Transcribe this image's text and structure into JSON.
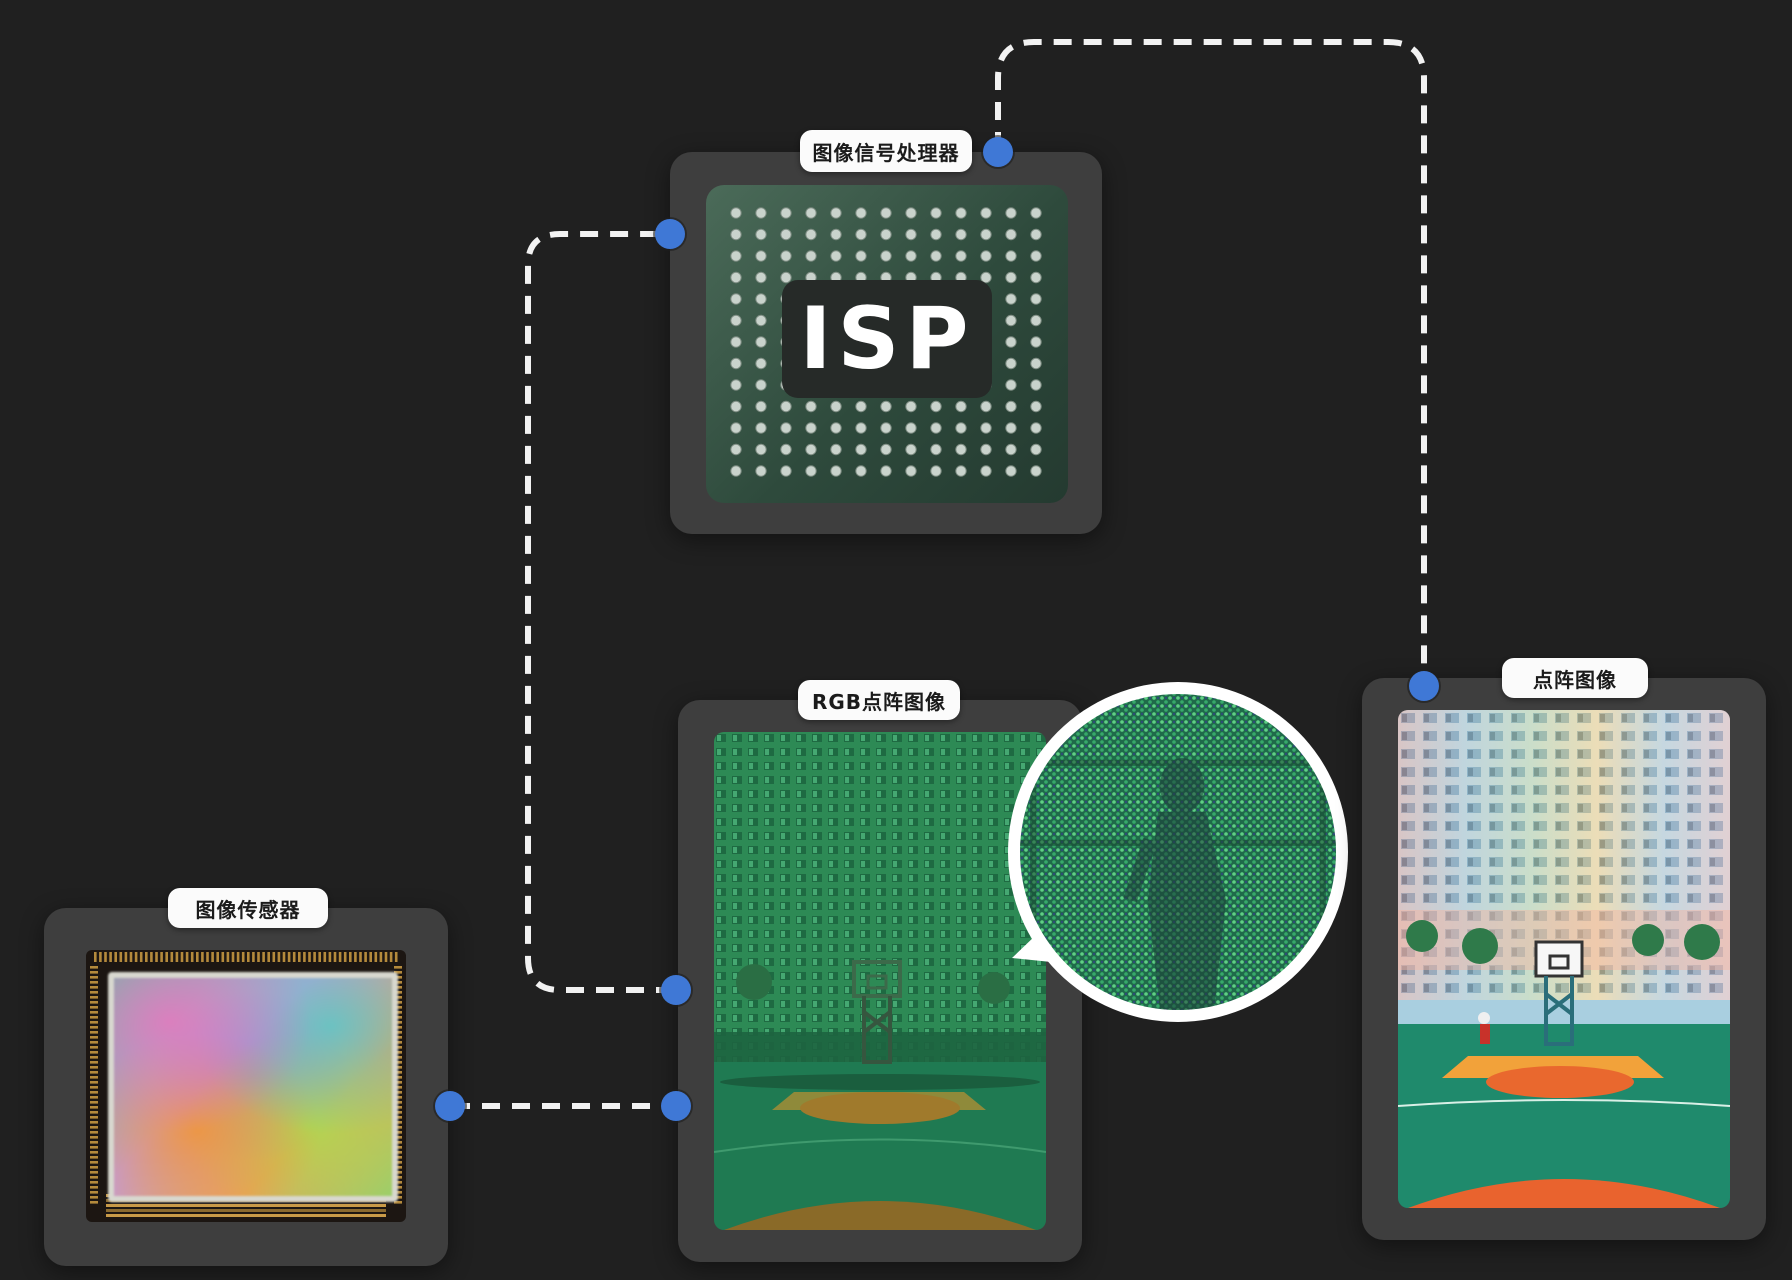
{
  "labels": {
    "isp_processor": "图像信号处理器",
    "rgb_image": "RGB点阵图像",
    "image_sensor": "图像传感器",
    "dot_matrix_image": "点阵图像"
  },
  "isp": {
    "badge_text": "ISP"
  },
  "colors": {
    "background": "#202020",
    "card": "#3e3e3e",
    "connector_dot": "#3f78d6",
    "dashed_line": "#f2f2f2",
    "label_pill": "#fbfbfb"
  }
}
